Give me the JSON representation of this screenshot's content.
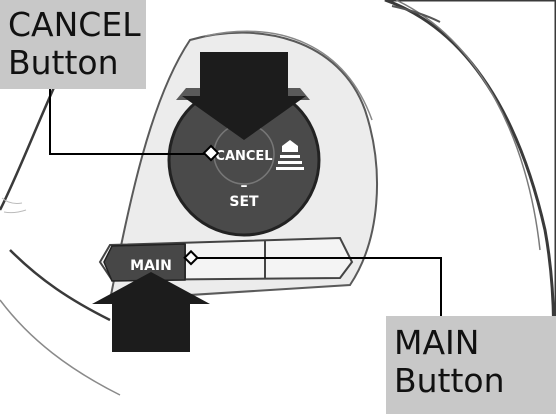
{
  "callouts": {
    "cancel": {
      "line1": "CANCEL",
      "line2": "Button"
    },
    "main": {
      "line1": "MAIN",
      "line2": "Button"
    }
  },
  "buttons": {
    "cancel": "CANCEL",
    "set_mark": "–",
    "set": "SET",
    "main": "MAIN"
  },
  "icons": {
    "distance": "vehicle-distance-icon",
    "arrow_down": "push-arrow-down-icon",
    "arrow_up": "push-arrow-up-icon"
  },
  "colors": {
    "callout_bg": "#c8c8c8",
    "button_dark": "#474747",
    "arrow": "#1c1c1c"
  }
}
